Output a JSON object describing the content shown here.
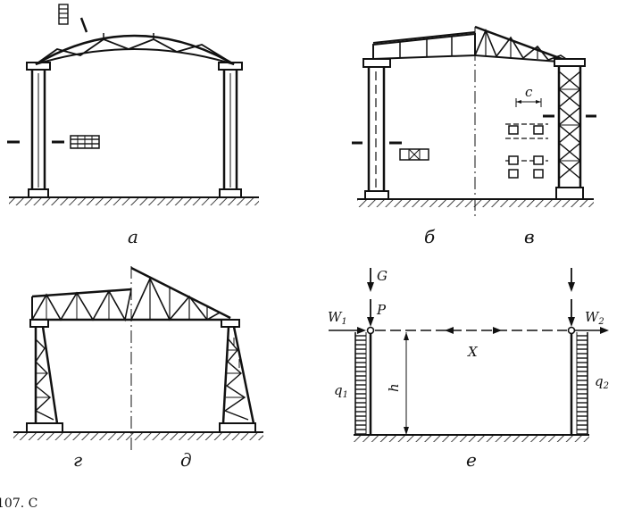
{
  "captions": {
    "a": "а",
    "b": "б",
    "v": "в",
    "g": "г",
    "d": "д",
    "e": "е"
  },
  "labels": {
    "c": "c",
    "G": "G",
    "P": "P",
    "W1": "W",
    "W1_sub": "1",
    "W2": "W",
    "W2_sub": "2",
    "X": "X",
    "h": "h",
    "q1": "q",
    "q1_sub": "1",
    "q2": "q",
    "q2_sub": "2"
  },
  "footer": {
    "text": "107. С"
  }
}
